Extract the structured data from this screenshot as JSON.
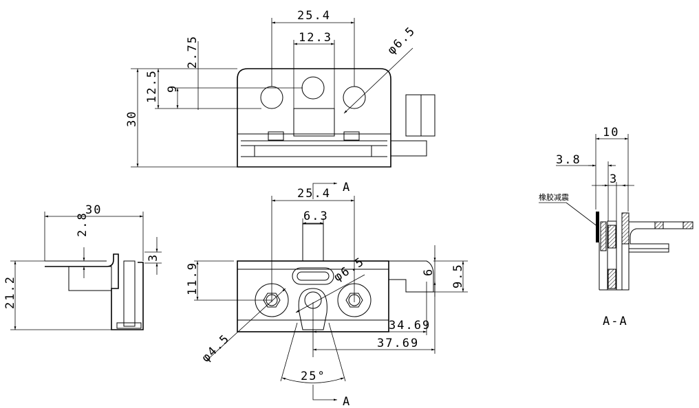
{
  "top_view": {
    "dims": {
      "width_holes": "25.4",
      "slot_width": "12.3",
      "hole_dia": "φ6.5",
      "height_total": "30",
      "height_a": "12.5",
      "height_b": "9",
      "offset": "2.75"
    }
  },
  "side_view": {
    "dims": {
      "width": "30",
      "thickness": "2.8",
      "flange": "3",
      "height": "21.2"
    }
  },
  "front_view": {
    "dims": {
      "hole_spacing": "25.4",
      "bolt_width": "6.3",
      "hole_height": "11.9",
      "hole_dia": "φ6.5",
      "bolt_dia": "φ4.5",
      "tab_height": "9.5",
      "tab_gap": "6",
      "reach_a": "34.69",
      "reach_b": "37.69",
      "angle": "25°"
    },
    "section_marker_top": "A",
    "section_marker_bottom": "A"
  },
  "section_view": {
    "dims": {
      "total": "10",
      "offset": "3.8",
      "plate": "3"
    },
    "callout": "橡胶减震",
    "title": "A-A"
  }
}
